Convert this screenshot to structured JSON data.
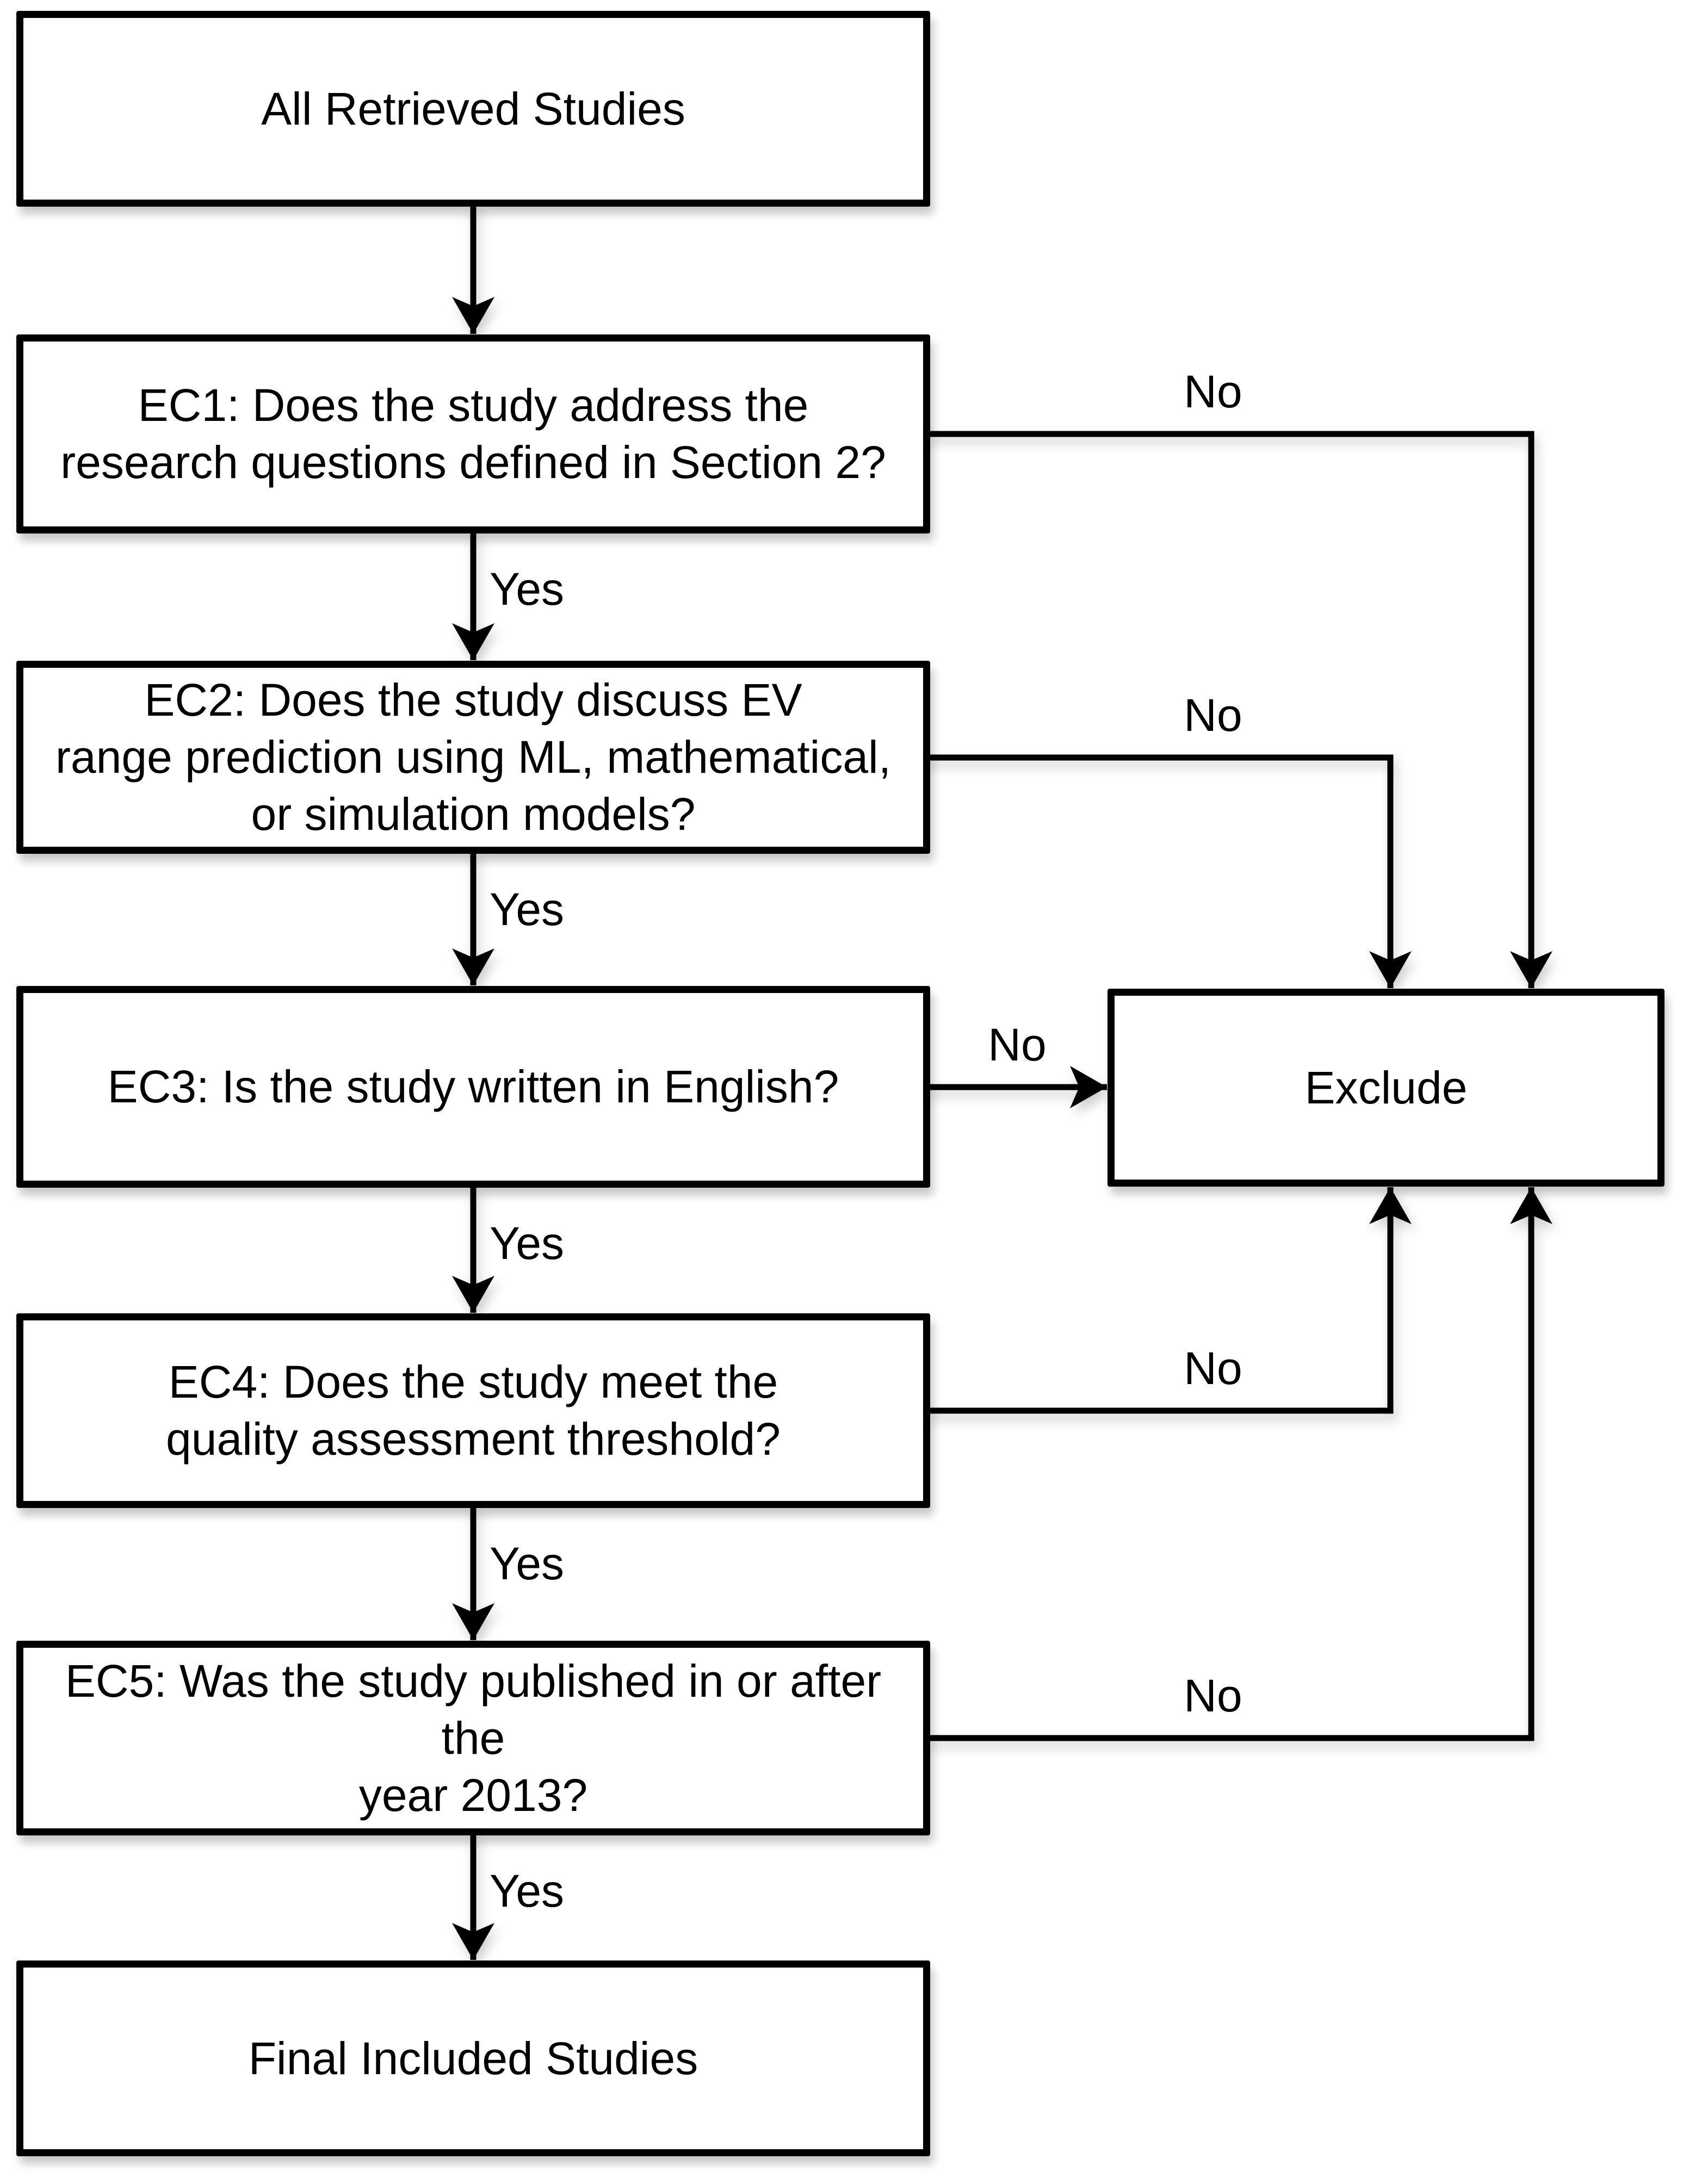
{
  "diagram": {
    "nodes": {
      "start": {
        "label": "All Retrieved Studies"
      },
      "ec1": {
        "label": "EC1: Does the study address the\nresearch questions defined in Section 2?"
      },
      "ec2": {
        "label": "EC2: Does the study discuss EV\nrange prediction using ML, mathematical,\nor simulation models?"
      },
      "ec3": {
        "label": "EC3: Is the study written in English?"
      },
      "ec4": {
        "label": "EC4: Does the study meet the\nquality assessment threshold?"
      },
      "ec5": {
        "label": "EC5: Was the study published in or after the\nyear 2013?"
      },
      "exclude": {
        "label": "Exclude"
      },
      "final": {
        "label": "Final Included Studies"
      }
    },
    "edges": {
      "ec1_yes": {
        "label": "Yes"
      },
      "ec2_yes": {
        "label": "Yes"
      },
      "ec3_yes": {
        "label": "Yes"
      },
      "ec4_yes": {
        "label": "Yes"
      },
      "ec5_yes": {
        "label": "Yes"
      },
      "ec1_no": {
        "label": "No"
      },
      "ec2_no": {
        "label": "No"
      },
      "ec3_no": {
        "label": "No"
      },
      "ec4_no": {
        "label": "No"
      },
      "ec5_no": {
        "label": "No"
      }
    },
    "colors": {
      "line": "#000000",
      "box_fill": "#ffffff",
      "background": "#ffffff"
    }
  }
}
